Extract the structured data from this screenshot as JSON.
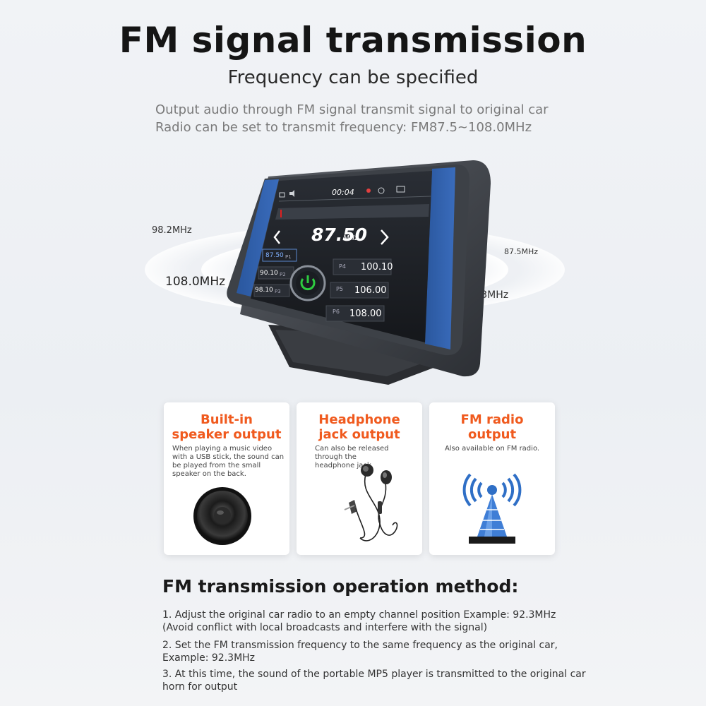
{
  "title": "FM signal transmission",
  "subtitle": "Frequency can be specified",
  "description": "Output audio through FM signal transmit signal to original car Radio can be set to transmit frequency: FM87.5~108.0MHz",
  "frequency_labels": {
    "f982": "98.2MHz",
    "f1080": "108.0MHz",
    "f875": "87.5MHz",
    "f923": "92.3MHz"
  },
  "device_screen": {
    "time": "00:04",
    "frequency": "87.50",
    "unit": "MHz",
    "presets": [
      {
        "id": "P1",
        "value": "87.50"
      },
      {
        "id": "P2",
        "value": "90.10"
      },
      {
        "id": "P3",
        "value": "98.10"
      },
      {
        "id": "P4",
        "value": "100.10"
      },
      {
        "id": "P5",
        "value": "106.00"
      },
      {
        "id": "P6",
        "value": "108.00"
      }
    ]
  },
  "cards": [
    {
      "title_line1": "Built-in",
      "title_line2": "speaker output",
      "text": "When playing a music video with a USB stick, the sound can be played from the small speaker on the back."
    },
    {
      "title_line1": "Headphone",
      "title_line2": "jack output",
      "text": "Can also be released through the headphone jack."
    },
    {
      "title_line1": "FM radio",
      "title_line2": "output",
      "text": "Also available on FM radio."
    }
  ],
  "method": {
    "title": "FM transmission operation method:",
    "step1": "1. Adjust the original car radio to an empty channel position Example: 92.3MHz (Avoid conflict with local broadcasts and interfere with the signal)",
    "step2": "2. Set the FM transmission frequency to the same frequency as the original car, Example: 92.3MHz",
    "step3": "3. At this time, the sound of the portable MP5 player is transmitted to the original car horn for output"
  },
  "colors": {
    "accent_orange": "#f05a1e",
    "device_blue": "#2f5ea8",
    "power_green": "#2ecc40"
  }
}
